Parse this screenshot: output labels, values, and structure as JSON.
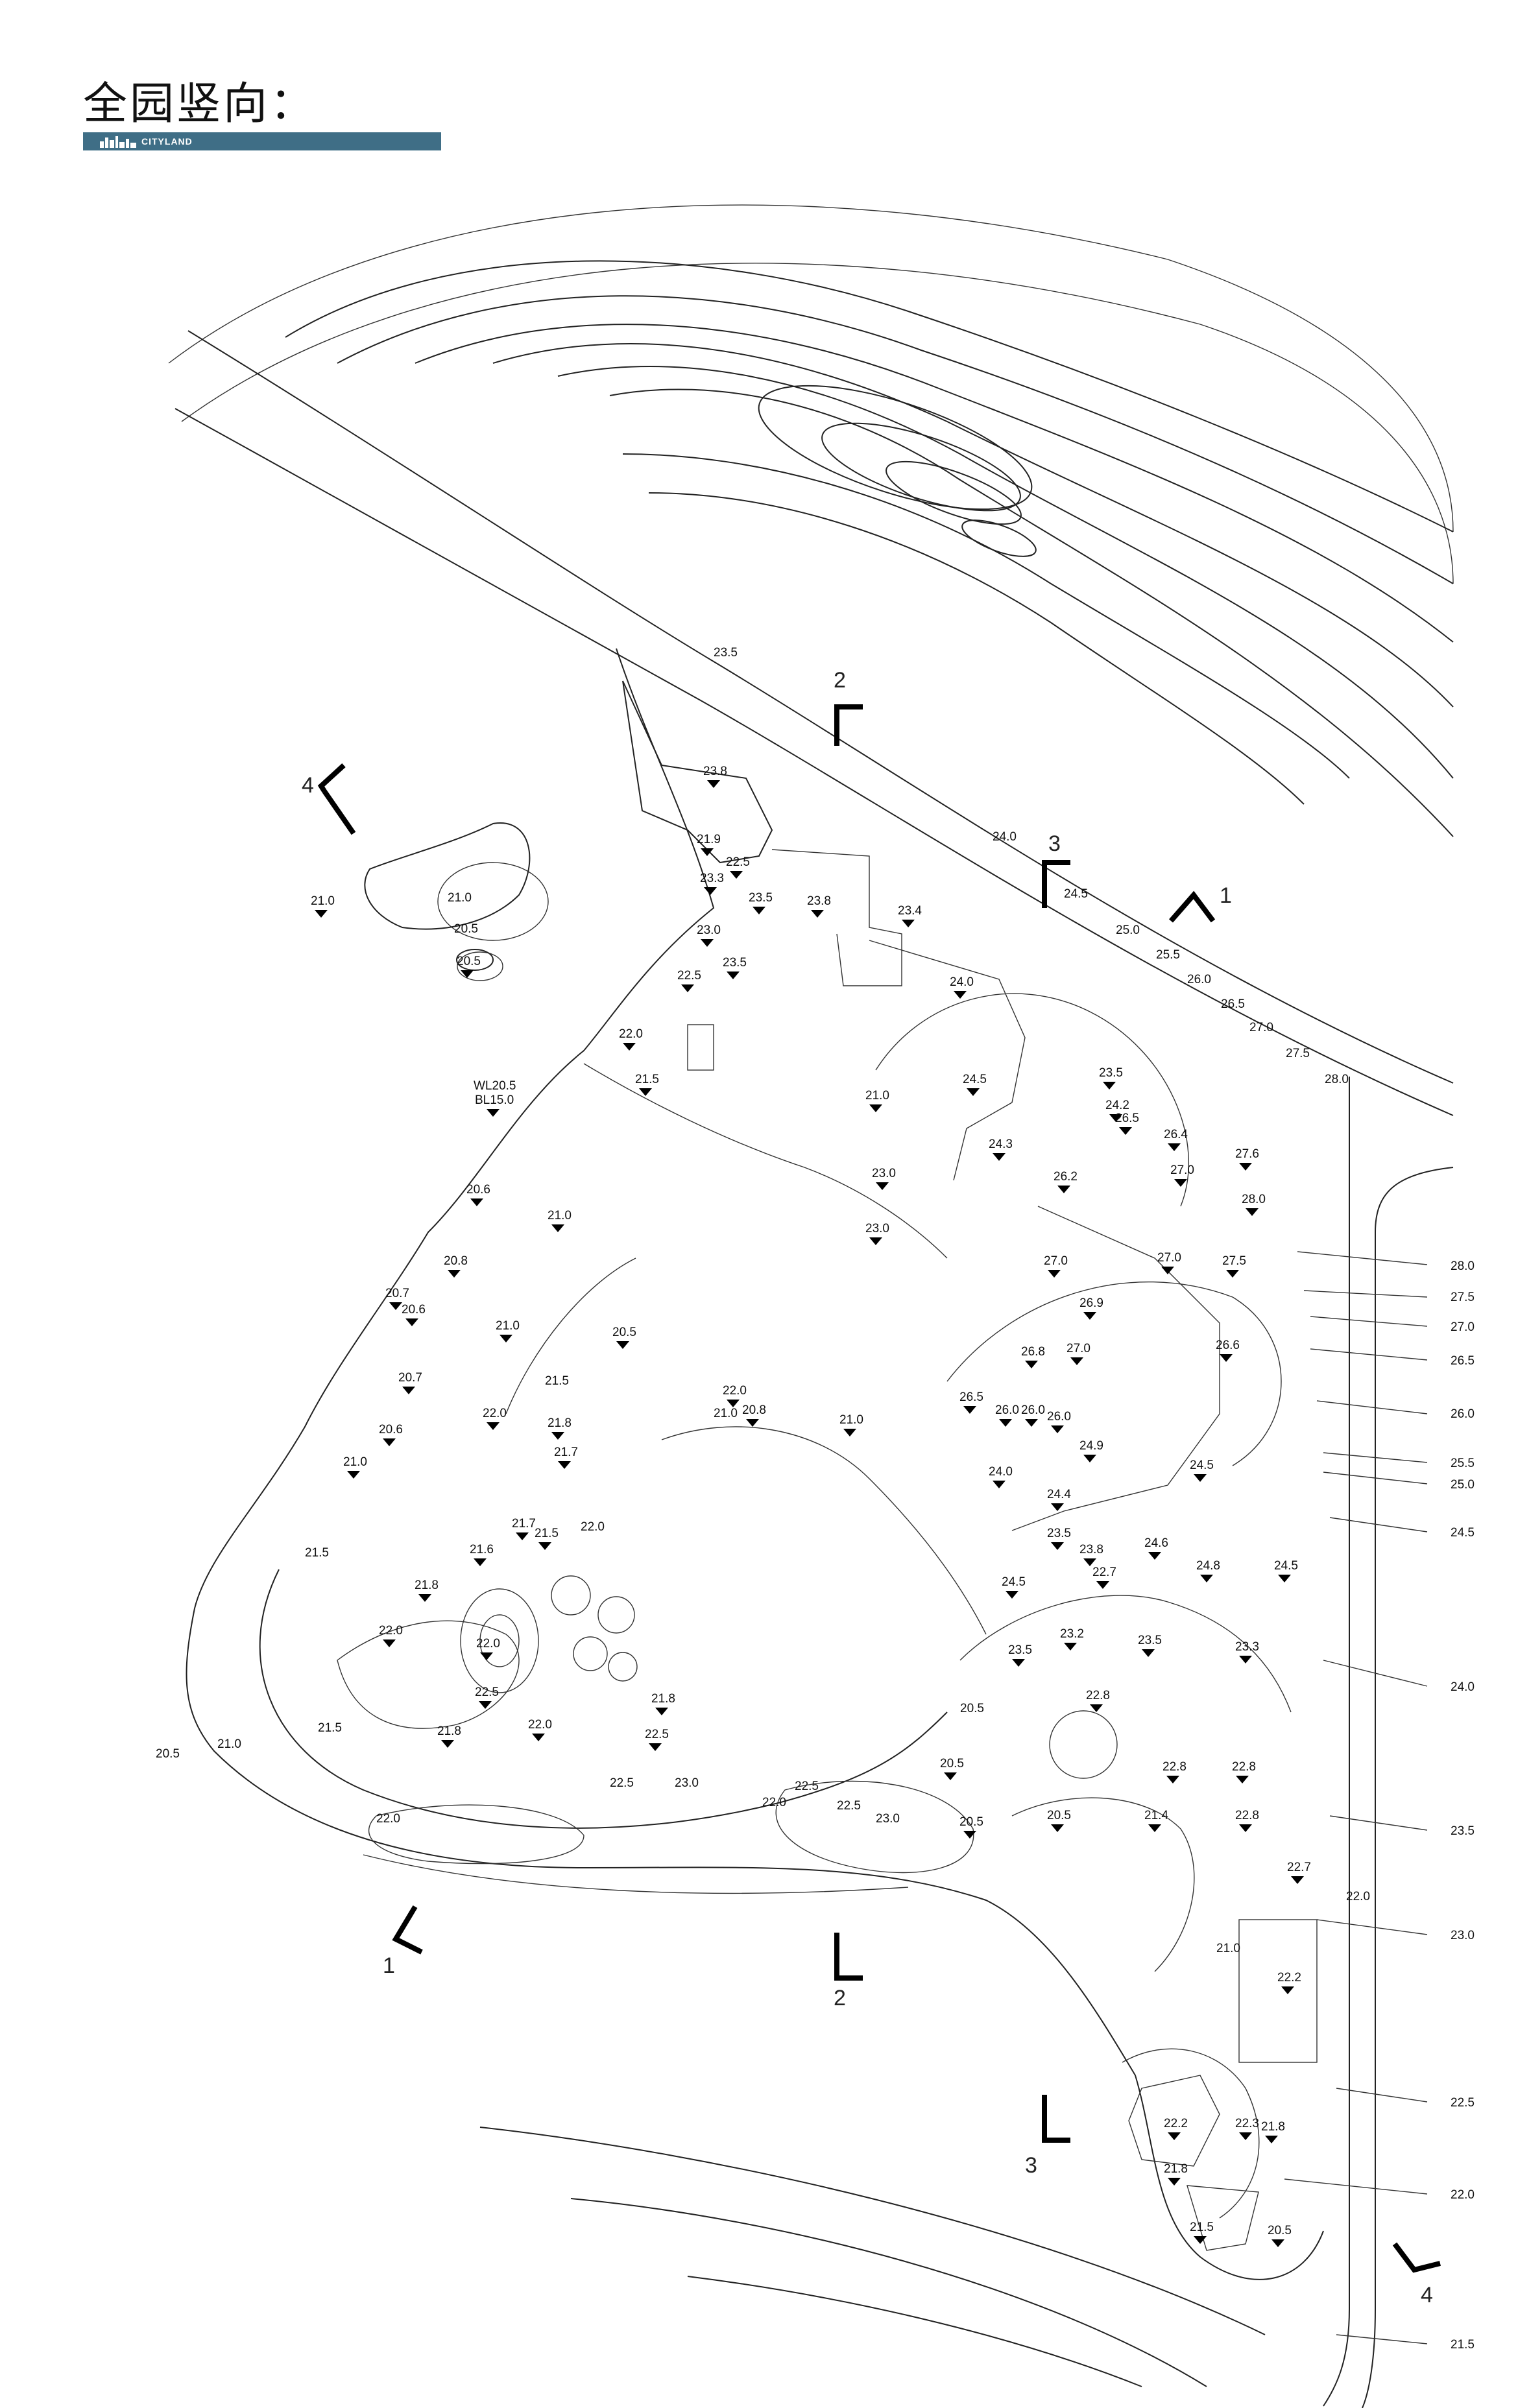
{
  "header": {
    "title": "全园竖向：",
    "brand": "CITYLAND"
  },
  "section_markers": [
    "1",
    "2",
    "3",
    "4"
  ],
  "right_legend": [
    "28.0",
    "27.5",
    "27.0",
    "26.5",
    "26.0",
    "25.5",
    "25.0",
    "24.5",
    "24.0",
    "23.5",
    "23.0",
    "22.5",
    "22.0",
    "21.5"
  ],
  "water": {
    "wl": "WL20.5",
    "bl": "BL15.0"
  },
  "contour_labels": [
    "23.5",
    "24.0",
    "24.5",
    "25.0",
    "25.5",
    "26.0",
    "26.5",
    "27.0",
    "27.5",
    "28.0"
  ],
  "spot_elevations": [
    "23.8",
    "21.9",
    "22.5",
    "23.3",
    "23.5",
    "23.8",
    "23.4",
    "23.0",
    "22.5",
    "23.5",
    "22.0",
    "21.5",
    "21.0",
    "20.5",
    "20.6",
    "20.8",
    "20.7",
    "20.6",
    "21.0",
    "20.5",
    "20.7",
    "20.6",
    "21.0",
    "22.0",
    "21.8",
    "21.7",
    "21.0",
    "21.7",
    "21.5",
    "21.6",
    "21.8",
    "22.0",
    "22.0",
    "22.5",
    "21.8",
    "22.0",
    "22.5",
    "21.8",
    "22.0",
    "20.8",
    "21.0",
    "21.0",
    "23.0",
    "23.0",
    "24.0",
    "24.5",
    "24.3",
    "23.5",
    "24.2",
    "26.5",
    "26.4",
    "27.6",
    "27.0",
    "28.0",
    "26.2",
    "27.0",
    "27.0",
    "27.5",
    "26.9",
    "26.8",
    "27.0",
    "26.6",
    "26.5",
    "26.0",
    "26.0",
    "26.0",
    "24.5",
    "24.9",
    "24.0",
    "24.4",
    "24.6",
    "24.8",
    "24.5",
    "24.5",
    "23.5",
    "23.8",
    "23.5",
    "23.2",
    "23.5",
    "23.3",
    "22.7",
    "22.8",
    "22.8",
    "22.8",
    "22.8",
    "22.7",
    "22.2",
    "22.2",
    "22.3",
    "21.8",
    "21.8",
    "21.5",
    "20.5",
    "20.5",
    "20.5",
    "20.5",
    "21.4"
  ],
  "free_elevations": [
    "21.0",
    "20.5",
    "21.5",
    "22.0",
    "21.5",
    "20.5",
    "21.0",
    "21.5",
    "22.0",
    "22.5",
    "23.0",
    "22.0",
    "22.5",
    "23.0",
    "22.5",
    "21.0",
    "20.5",
    "21.0",
    "22.0"
  ]
}
